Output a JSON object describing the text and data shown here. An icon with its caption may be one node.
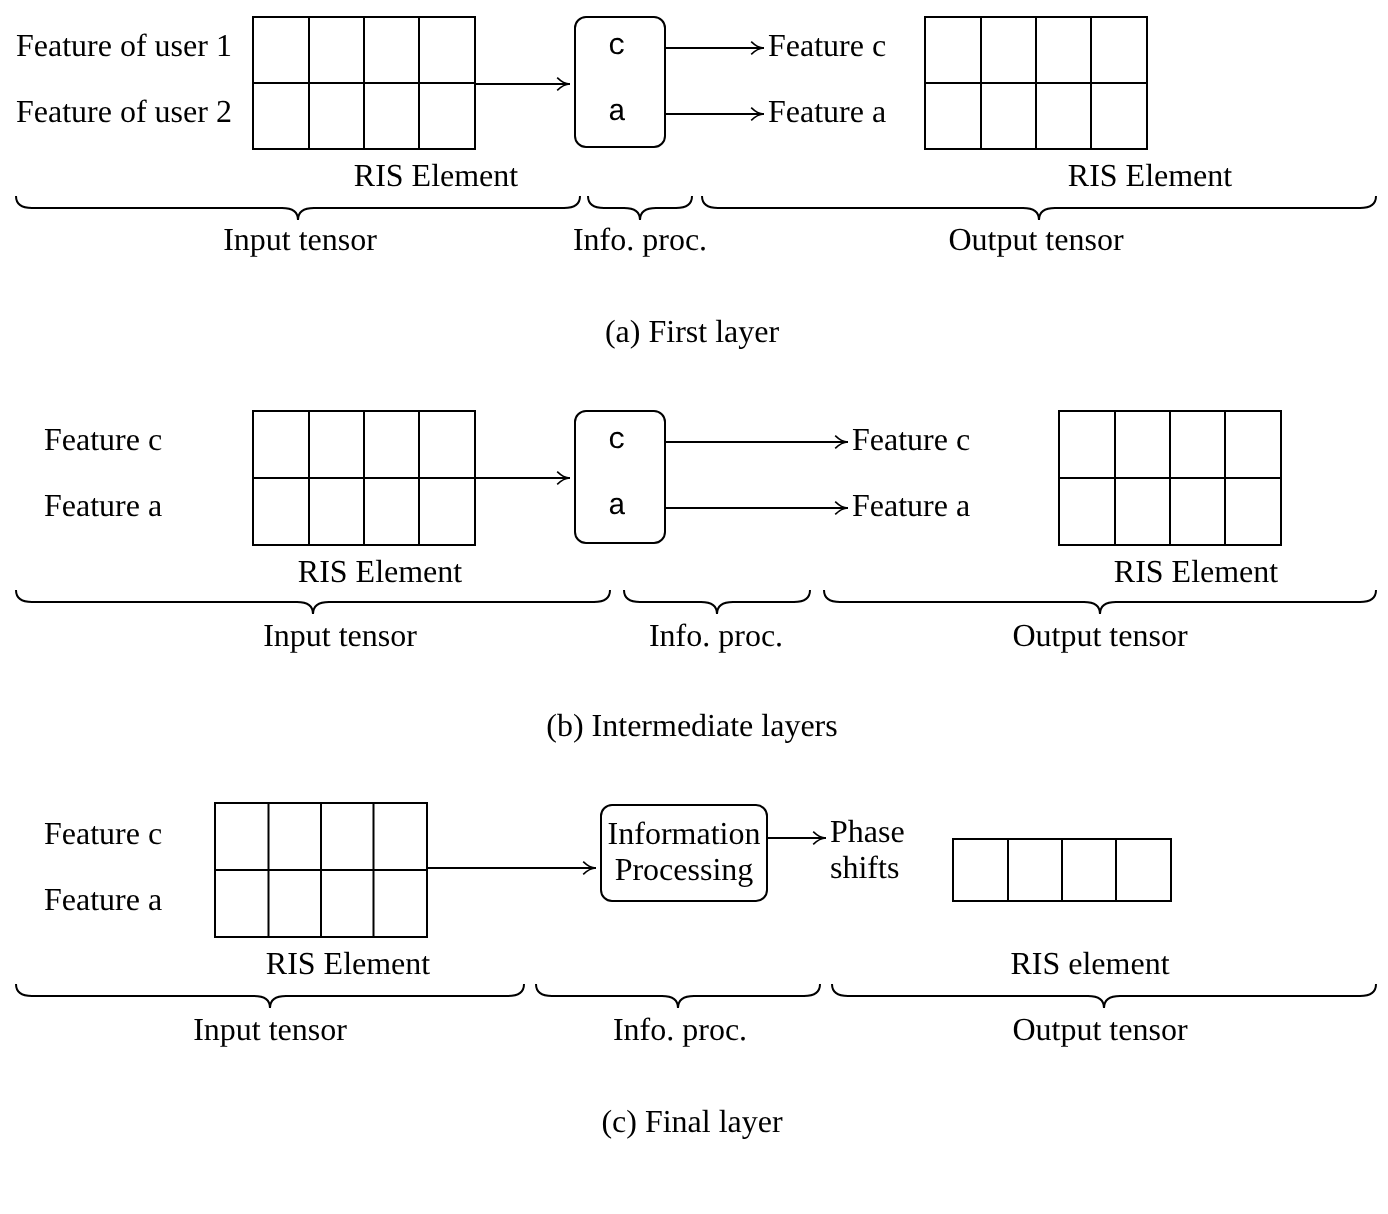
{
  "diagram": {
    "nodes": [
      {
        "text": [],
        "shape": "grid",
        "beside": [
          "RIS Element"
        ]
      },
      {
        "text": [
          "c",
          "a"
        ]
      },
      {
        "text": [
          "Feature c"
        ]
      },
      {
        "text": [
          "Feature a"
        ]
      },
      {
        "text": [],
        "shape": "grid",
        "beside": [
          "RIS Element"
        ]
      },
      {
        "text": [],
        "shape": "grid",
        "beside": [
          "RIS Element"
        ]
      },
      {
        "text": [
          "c",
          "a"
        ]
      },
      {
        "text": [
          "Feature c"
        ]
      },
      {
        "text": [
          "Feature a"
        ]
      },
      {
        "text": [],
        "shape": "grid",
        "beside": [
          "RIS Element"
        ]
      },
      {
        "text": [],
        "shape": "grid",
        "beside": [
          "RIS Element"
        ]
      },
      {
        "text": [
          "Information Processing"
        ]
      },
      {
        "text": [
          "Phase shifts"
        ]
      },
      {
        "text": [],
        "shape": "grid",
        "beside": [
          "RIS element"
        ]
      }
    ],
    "edges": [
      {
        "from": 0,
        "to": 1,
        "arrow": "to"
      },
      {
        "from": 1,
        "to": 2,
        "arrow": "to"
      },
      {
        "from": 1,
        "to": 3,
        "arrow": "to"
      },
      {
        "from": 5,
        "to": 6,
        "arrow": "to"
      },
      {
        "from": 6,
        "to": 7,
        "arrow": "to"
      },
      {
        "from": 6,
        "to": 8,
        "arrow": "to"
      },
      {
        "from": 10,
        "to": 11,
        "arrow": "to"
      },
      {
        "from": 11,
        "to": 12,
        "arrow": "to"
      }
    ],
    "labels": [
      "Feature of user 1",
      "Feature of user 2",
      "Input tensor",
      "Info. proc.",
      "Output tensor",
      "(a) First layer",
      "Feature c",
      "Feature a",
      "Input tensor",
      "Info. proc.",
      "Output tensor",
      "(b) Intermediate layers",
      "Feature c",
      "Feature a",
      "Input tensor",
      "Info. proc.",
      "Output tensor",
      "(c) Final layer"
    ]
  }
}
